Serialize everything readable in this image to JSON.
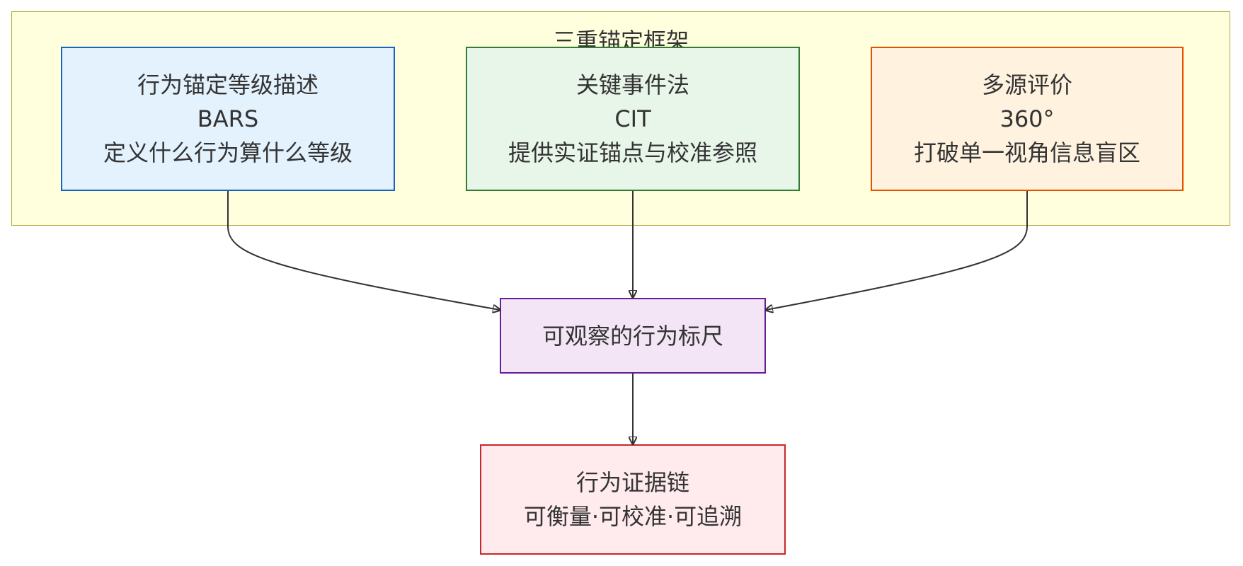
{
  "frame": {
    "title": "三重锚定框架"
  },
  "nodes": {
    "bars": {
      "line1": "行为锚定等级描述",
      "line2": "BARS",
      "line3": "定义什么行为算什么等级",
      "color": "#1565c0",
      "fill": "#e3f2fd"
    },
    "cit": {
      "line1": "关键事件法",
      "line2": "CIT",
      "line3": "提供实证锚点与校准参照",
      "color": "#2e7d32",
      "fill": "#e8f5e9"
    },
    "multi": {
      "line1": "多源评价",
      "line2": "360°",
      "line3": "打破单一视角信息盲区",
      "color": "#e65100",
      "fill": "#fff3e0"
    },
    "ruler": {
      "line1": "可观察的行为标尺",
      "color": "#6a1b9a",
      "fill": "#f3e5f5"
    },
    "chain": {
      "line1": "行为证据链",
      "line2": "可衡量·可校准·可追溯",
      "color": "#c62828",
      "fill": "#ffebee"
    }
  },
  "edges": [
    {
      "from": "bars",
      "to": "ruler"
    },
    {
      "from": "cit",
      "to": "ruler"
    },
    {
      "from": "multi",
      "to": "ruler"
    },
    {
      "from": "ruler",
      "to": "chain"
    }
  ]
}
